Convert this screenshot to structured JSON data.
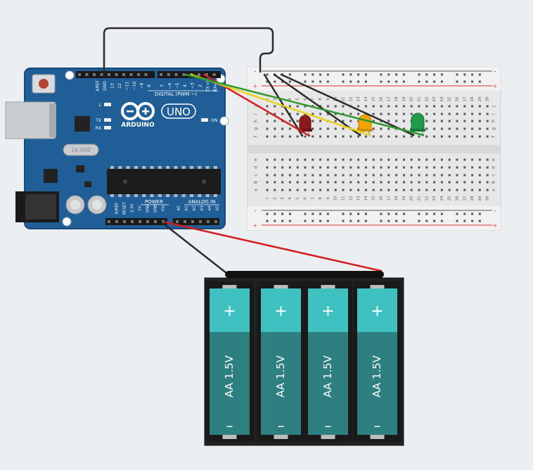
{
  "arduino": {
    "brand": "ARDUINO",
    "model": "UNO",
    "crystal_label": "16.000",
    "on_label": "ON",
    "led_l_label": "L",
    "led_tx_label": "TX",
    "led_rx_label": "RX",
    "digital_header_label": "DIGITAL (PWM ~)",
    "power_label": "POWER",
    "analog_label": "ANALOG IN",
    "top_pins": [
      "AREF",
      "GND",
      "13",
      "12",
      "~11",
      "~10",
      "~9",
      "8",
      "7",
      "~6",
      "~5",
      "4",
      "~3",
      "2",
      "TX→1",
      "RX←0"
    ],
    "bottom_pins": [
      "IOREF",
      "RESET",
      "3.3V",
      "5V",
      "GND",
      "GND",
      "Vin",
      "A0",
      "A1",
      "A2",
      "A3",
      "A4",
      "A5"
    ]
  },
  "breadboard": {
    "row_letters_top": [
      "j",
      "i",
      "h",
      "g",
      "f"
    ],
    "row_letters_bottom": [
      "e",
      "d",
      "c",
      "b",
      "a"
    ],
    "column_numbers": [
      "1",
      "2",
      "3",
      "4",
      "5",
      "6",
      "7",
      "8",
      "9",
      "10",
      "11",
      "12",
      "13",
      "14",
      "15",
      "16",
      "17",
      "18",
      "19",
      "20",
      "21",
      "22",
      "23",
      "24",
      "25",
      "26",
      "27",
      "28",
      "29",
      "30"
    ],
    "rail_minus": "-",
    "rail_plus": "+"
  },
  "leds": [
    {
      "color": "red",
      "hex": "#8b1a1a"
    },
    {
      "color": "orange",
      "hex": "#f5a300"
    },
    {
      "color": "green",
      "hex": "#1e9a4a"
    }
  ],
  "battery_pack": {
    "cells": [
      {
        "label": "AA 1.5V",
        "plus": "+",
        "minus": "–"
      },
      {
        "label": "AA 1.5V",
        "plus": "+",
        "minus": "–"
      },
      {
        "label": "AA 1.5V",
        "plus": "+",
        "minus": "–"
      },
      {
        "label": "AA 1.5V",
        "plus": "+",
        "minus": "–"
      }
    ]
  },
  "colors": {
    "background": "#eceff1",
    "board_blue": "#1f5e96",
    "wire_black": "#2b2b2b",
    "wire_red": "#d21f1f",
    "wire_green": "#2e9a2e",
    "wire_yellow": "#e9d21a",
    "cell_teal": "#3fc1c1",
    "cell_dark": "#2e7f80"
  }
}
